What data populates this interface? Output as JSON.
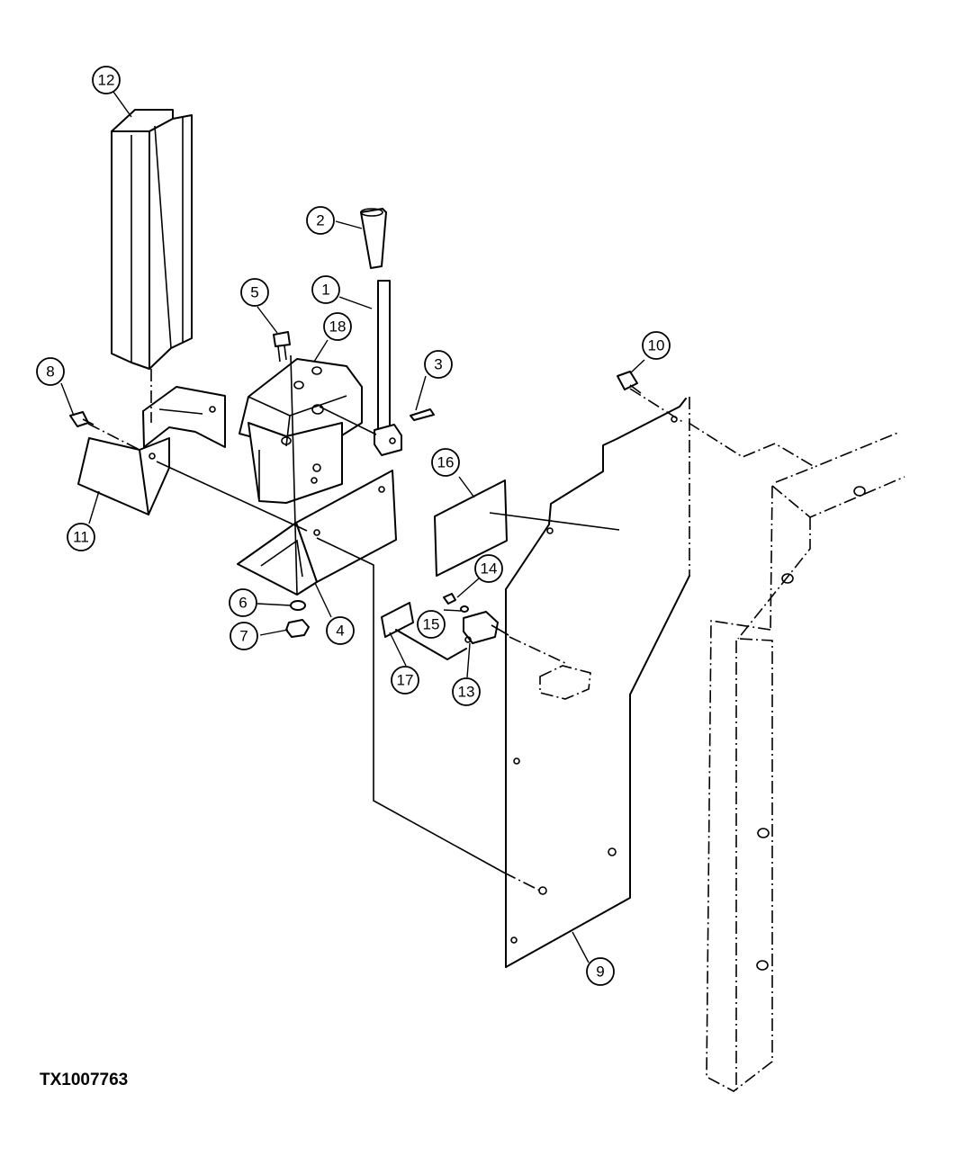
{
  "figure_id": "TX1007763",
  "callouts": [
    "1",
    "2",
    "3",
    "4",
    "5",
    "6",
    "7",
    "8",
    "9",
    "10",
    "11",
    "12",
    "13",
    "14",
    "15",
    "16",
    "17",
    "18"
  ]
}
